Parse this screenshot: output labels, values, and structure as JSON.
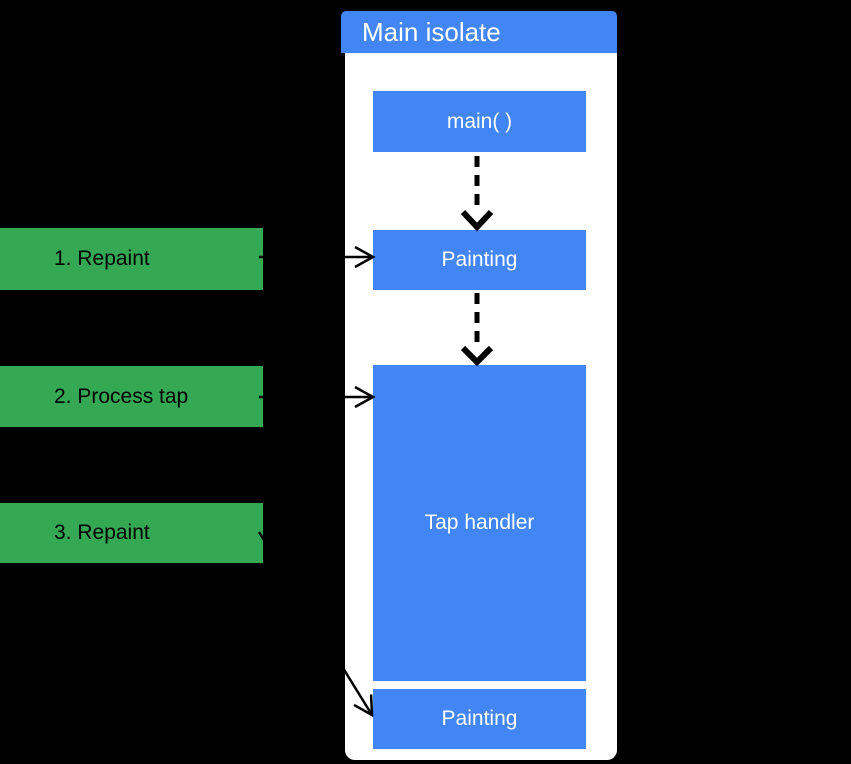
{
  "colors": {
    "background": "#000000",
    "panel": "#ffffff",
    "blue": "#4285f4",
    "green": "#34a853",
    "arrow": "#000000",
    "text_on_blue": "#ffffff",
    "text_on_green": "#000000"
  },
  "isolate_panel": {
    "title": "Main isolate",
    "nodes": [
      {
        "label": "main( )"
      },
      {
        "label": "Painting"
      },
      {
        "label": "Tap handler"
      },
      {
        "label": "Painting"
      }
    ]
  },
  "steps": {
    "items": [
      {
        "label": "1. Repaint"
      },
      {
        "label": "2. Process tap"
      },
      {
        "label": "3. Repaint"
      }
    ]
  },
  "arrows": {
    "dashed": [
      {
        "name": "main-to-painting"
      },
      {
        "name": "painting-to-tap-handler"
      }
    ],
    "solid": [
      {
        "name": "repaint-1-to-painting"
      },
      {
        "name": "process-tap-to-tap-handler"
      },
      {
        "name": "repaint-3-to-painting"
      }
    ]
  }
}
